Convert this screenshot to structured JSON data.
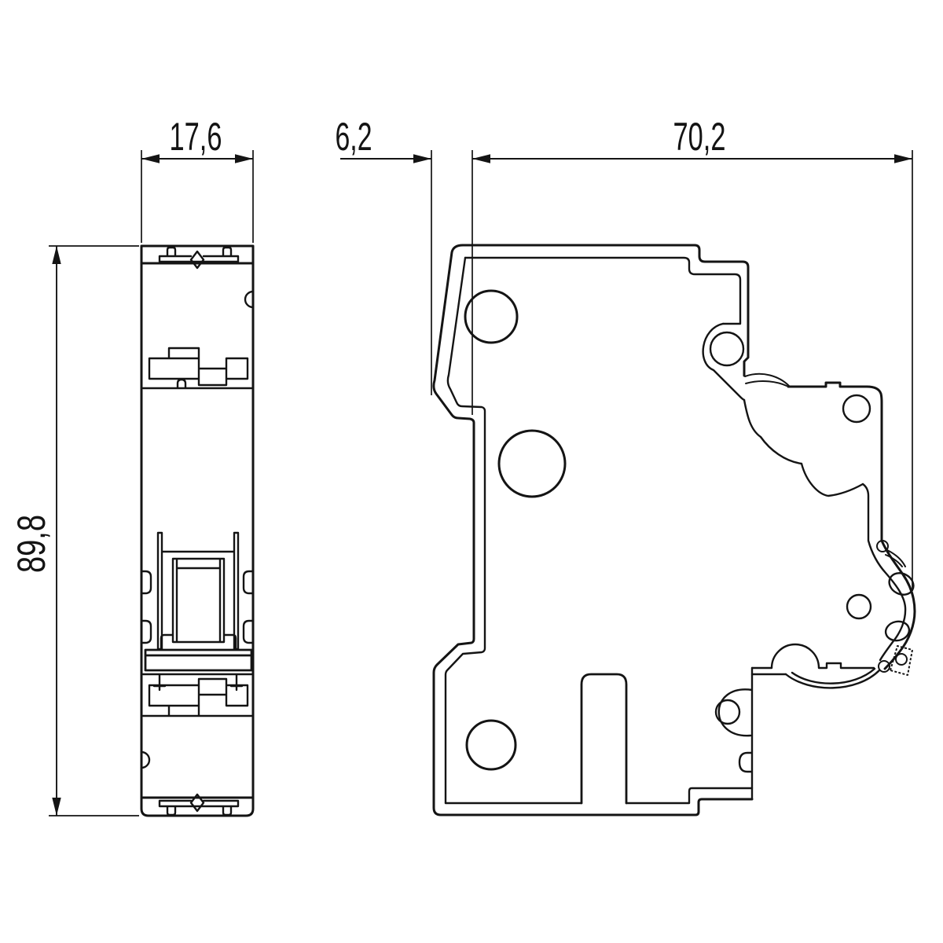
{
  "drawing": {
    "background_color": "#ffffff",
    "line_color": "#141414",
    "dimensions": {
      "front_width": "17,6",
      "toggle_projection": "6,2",
      "depth": "70,2",
      "height": "89,8"
    }
  }
}
